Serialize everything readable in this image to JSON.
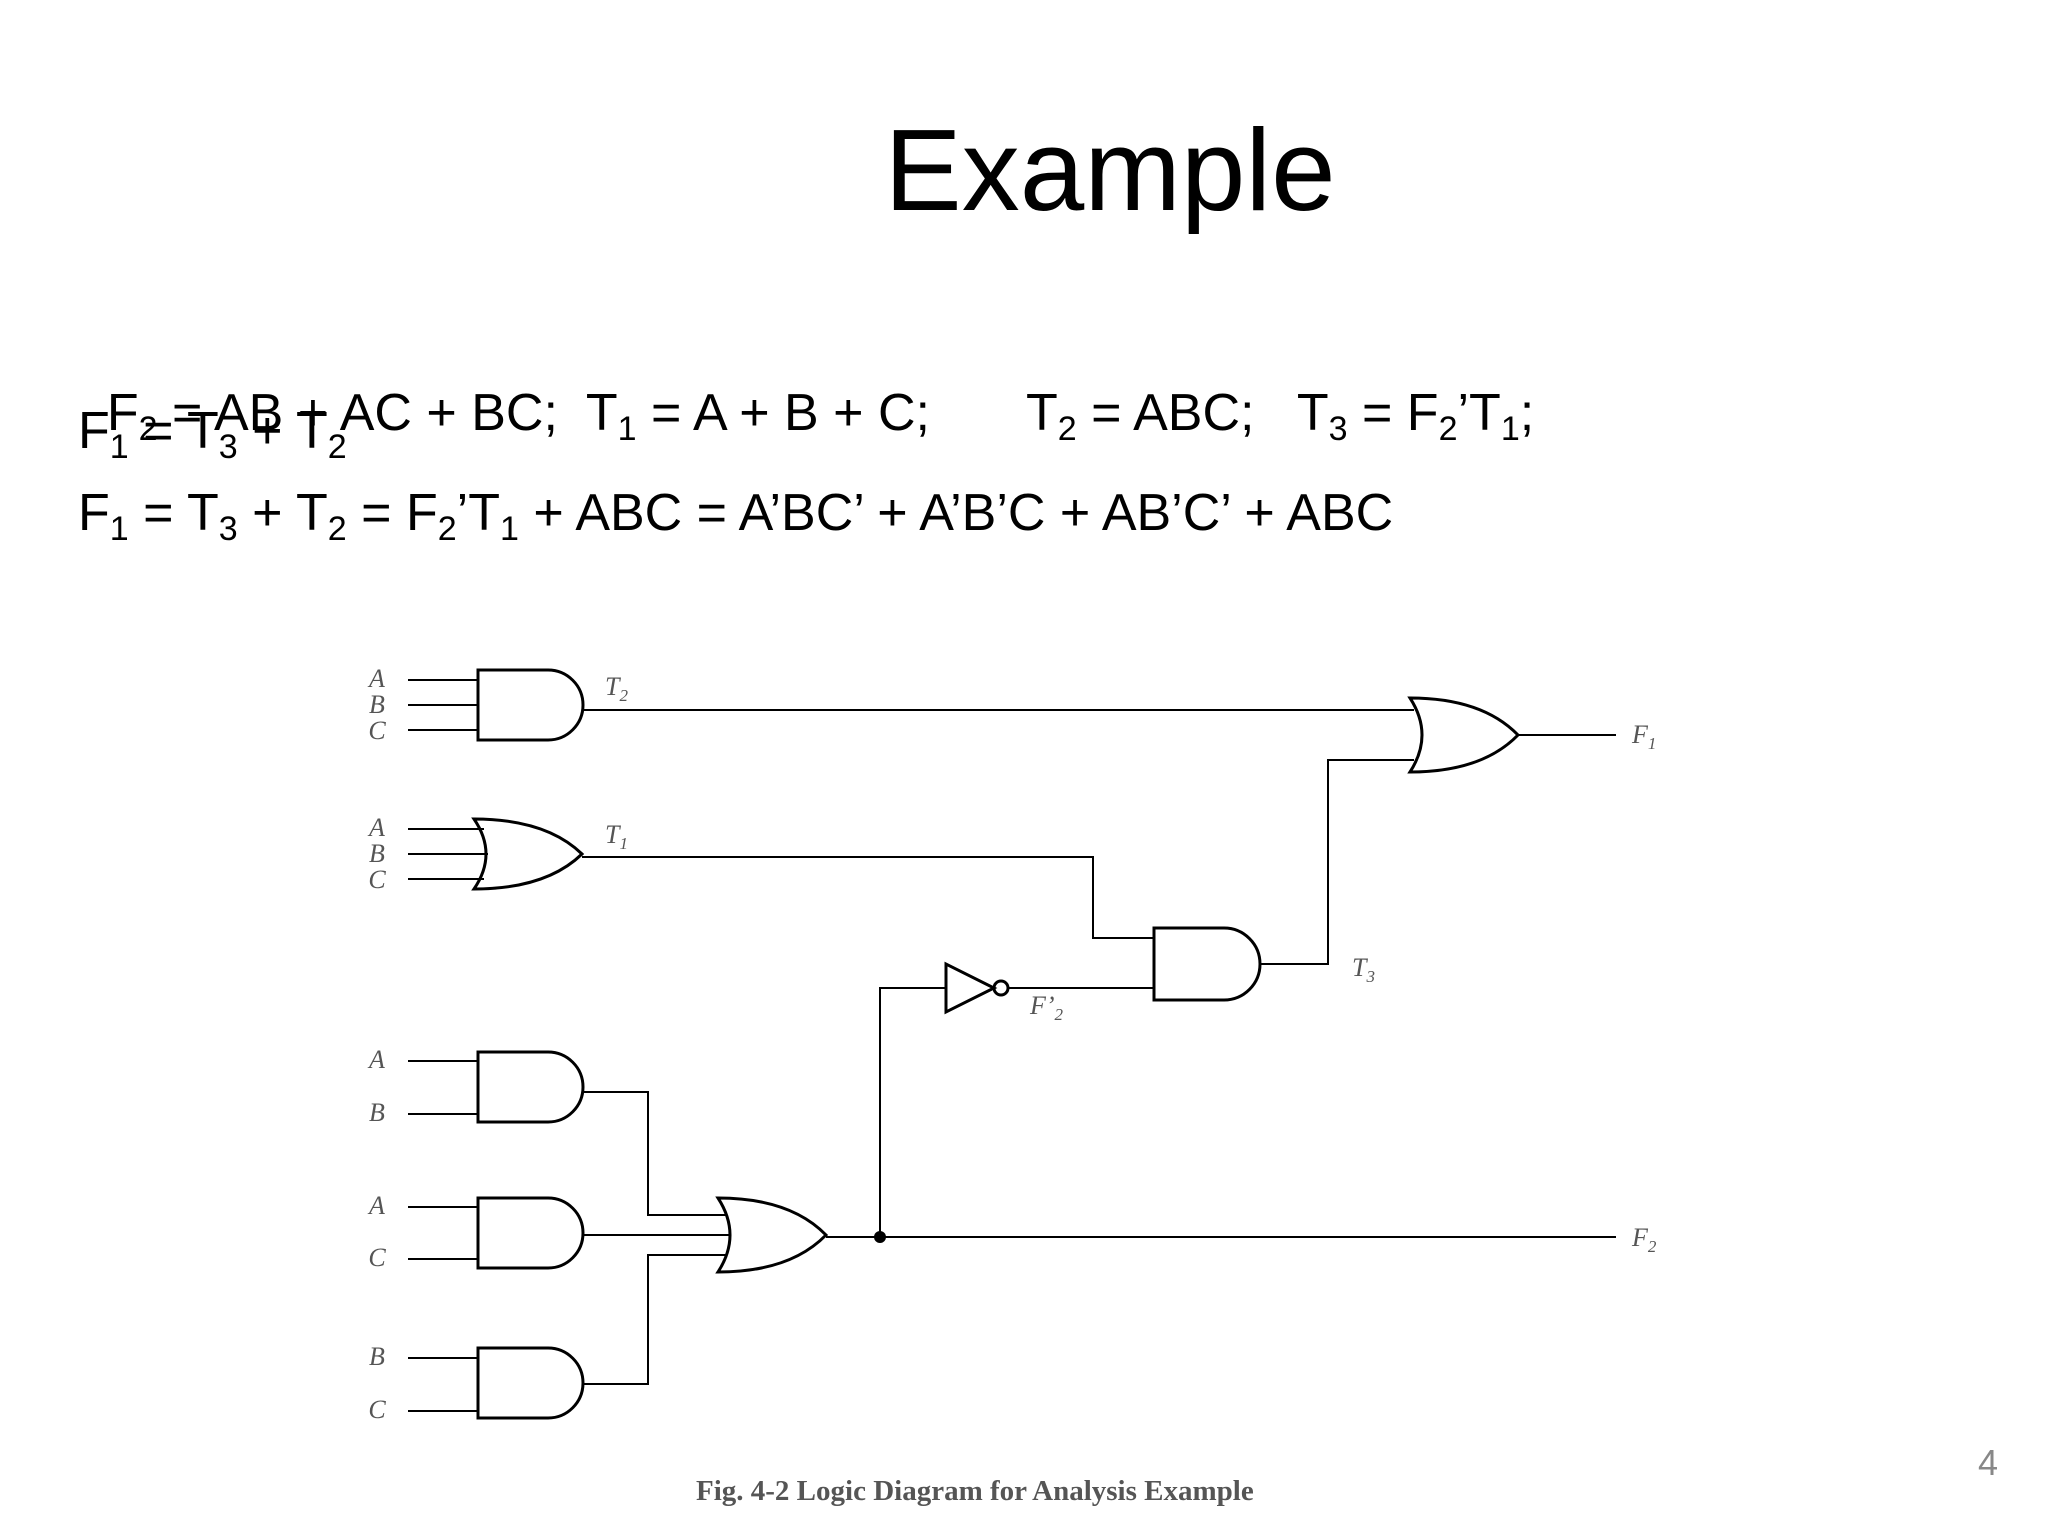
{
  "slide": {
    "title": "Example",
    "page_number": "4"
  },
  "equations": {
    "line1": {
      "f2": [
        "F",
        "2",
        " = AB + AC + BC;  "
      ],
      "t1": [
        "T",
        "1",
        " = A + B + C;"
      ],
      "t2": [
        "T",
        "2",
        " = ABC;   "
      ],
      "t3": [
        "T",
        "3",
        " = F",
        "2",
        "’T",
        "1",
        ";"
      ]
    },
    "line2": [
      "F",
      "1",
      " = T",
      "3",
      " + T",
      "2"
    ],
    "line3": [
      "F",
      "1",
      " = T",
      "3",
      " + T",
      "2",
      " = F",
      "2",
      "’T",
      "1",
      " + ABC = A’BC’ + A’B’C + AB’C’ + ABC"
    ]
  },
  "diagram": {
    "inputs": {
      "gate_t2": [
        "A",
        "B",
        "C"
      ],
      "gate_t1": [
        "A",
        "B",
        "C"
      ],
      "gate_ab": [
        "A",
        "B"
      ],
      "gate_ac": [
        "A",
        "C"
      ],
      "gate_bc": [
        "B",
        "C"
      ]
    },
    "signals": {
      "t2": [
        "T",
        "2"
      ],
      "t1": [
        "T",
        "1"
      ],
      "t3": [
        "T",
        "3"
      ],
      "f2_not": [
        "F’",
        "2"
      ],
      "f1": [
        "F",
        "1"
      ],
      "f2": [
        "F",
        "2"
      ]
    },
    "caption": "Fig. 4-2  Logic Diagram for Analysis Example"
  }
}
